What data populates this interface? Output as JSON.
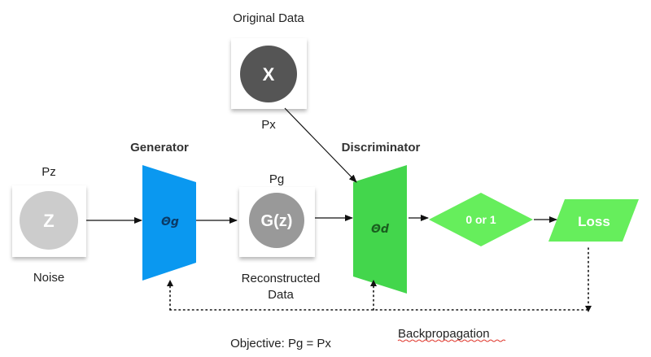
{
  "nodes": {
    "original_data": {
      "title": "Original Data",
      "symbol": "X",
      "distribution": "Px",
      "circle_color": "#555555"
    },
    "noise": {
      "symbol": "Z",
      "distribution": "Pz",
      "caption": "Noise",
      "circle_color": "#cccccc"
    },
    "generator": {
      "title": "Generator",
      "param": "Θg",
      "color": "#0a98f0"
    },
    "reconstructed": {
      "symbol": "G(z)",
      "distribution": "Pg",
      "caption_line1": "Reconstructed",
      "caption_line2": "Data",
      "circle_color": "#999999"
    },
    "discriminator": {
      "title": "Discriminator",
      "param": "Θd",
      "color": "#43d64c"
    },
    "decision": {
      "label": "0 or 1",
      "color": "#66ee5c"
    },
    "loss": {
      "label": "Loss",
      "color": "#66ee5c"
    }
  },
  "backpropagation_label": "Backpropagation",
  "objective_label": "Objective: Pg = Px"
}
